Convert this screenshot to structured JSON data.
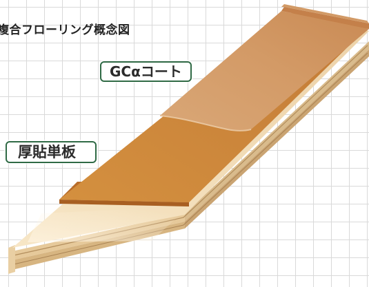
{
  "title": "複合フローリング概念図",
  "labels": {
    "coat": "GCαコート",
    "veneer": "厚貼単板"
  },
  "colors": {
    "grid_line": "#d9d9d9",
    "label_border": "#2f6a45",
    "coat_layer": "#c98c55",
    "veneer_layer": "#c8843e",
    "base_board": "#f2dcb6"
  }
}
